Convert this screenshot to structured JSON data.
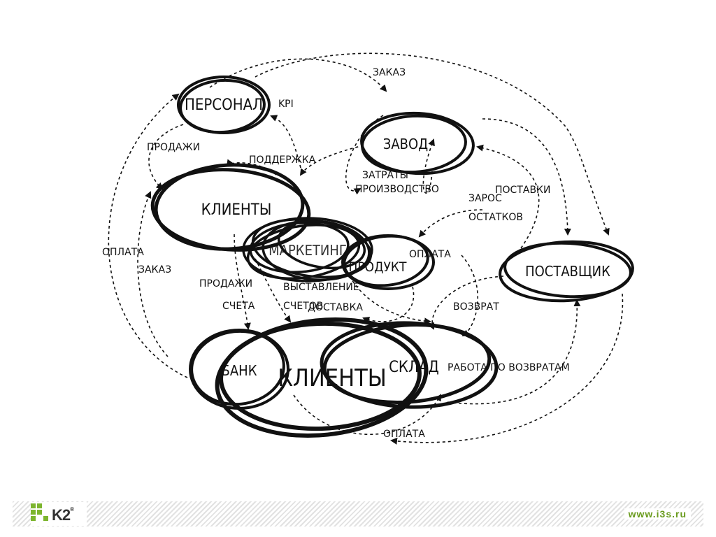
{
  "nodes": {
    "personal": "ПЕРСОНАЛ",
    "zavod": "ЗАВОД",
    "klienty_top": "КЛИЕНТЫ",
    "produkt": "ПРОДУКТ",
    "postavshik": "ПОСТАВЩИК",
    "bank": "БАНК",
    "klienty_big": "КЛИЕНТЫ",
    "sklad": "СКЛАД",
    "scribble": "МАРКЕТИНГ"
  },
  "edge_labels": {
    "zakaz_top": "ЗАКАЗ",
    "kpi": "KPI",
    "prodazhi_left": "ПРОДАЖИ",
    "podderzhka": "ПОДДЕРЖКА",
    "zatraty": "ЗАТРАТЫ",
    "proizvodstvo": "ПРОИЗВОДСТВО",
    "zapros": "ЗАРОС",
    "postavki": "ПОСТАВКИ",
    "ostatkov": "ОСТАТКОВ",
    "oplata_left": "ОПЛАТА",
    "zakaz_left": "ЗАКАЗ",
    "oplata_mid": "ОПЛАТА",
    "prodazhi_mid": "ПРОДАЖИ",
    "scheta": "СЧЕТА",
    "vystavlenie": "ВЫСТАВЛЕНИЕ",
    "schetov": "СЧЕТОВ",
    "postavka": "ДОСТАВКА",
    "vozvrat": "ВОЗВРАТ",
    "rabota": "РАБОТА ПО ВОЗВРАТАМ",
    "oplata_bottom": "ОПЛАТА"
  },
  "footer": {
    "logo_text": "K2",
    "logo_mark": "®",
    "url": "www.i3s.ru"
  },
  "colors": {
    "ink": "#111111",
    "brand_green": "#7cb52e",
    "url_green": "#6a9b1e"
  }
}
